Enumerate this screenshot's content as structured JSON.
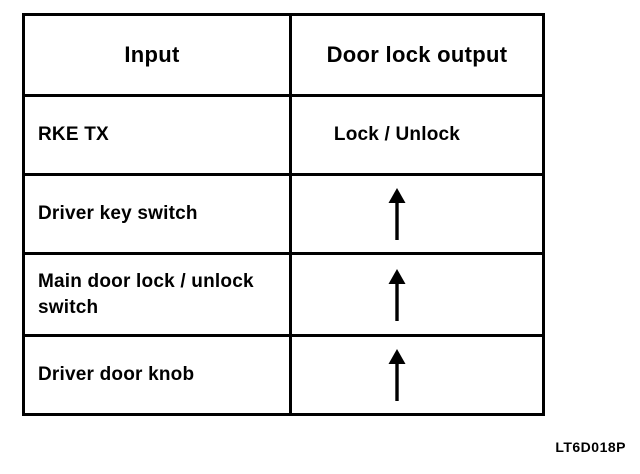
{
  "table": {
    "headers": {
      "input": "Input",
      "output": "Door lock output"
    },
    "rows": [
      {
        "input": "RKE TX",
        "output": "Lock / Unlock",
        "output_type": "text"
      },
      {
        "input": "Driver key switch",
        "output": "up-arrow",
        "output_type": "icon"
      },
      {
        "input": "Main door lock / unlock switch",
        "output": "up-arrow",
        "output_type": "icon"
      },
      {
        "input": "Driver door knob",
        "output": "up-arrow",
        "output_type": "icon"
      }
    ]
  },
  "figure_code": "LT6D018P",
  "colors": {
    "ink": "#000000",
    "background": "#ffffff"
  }
}
